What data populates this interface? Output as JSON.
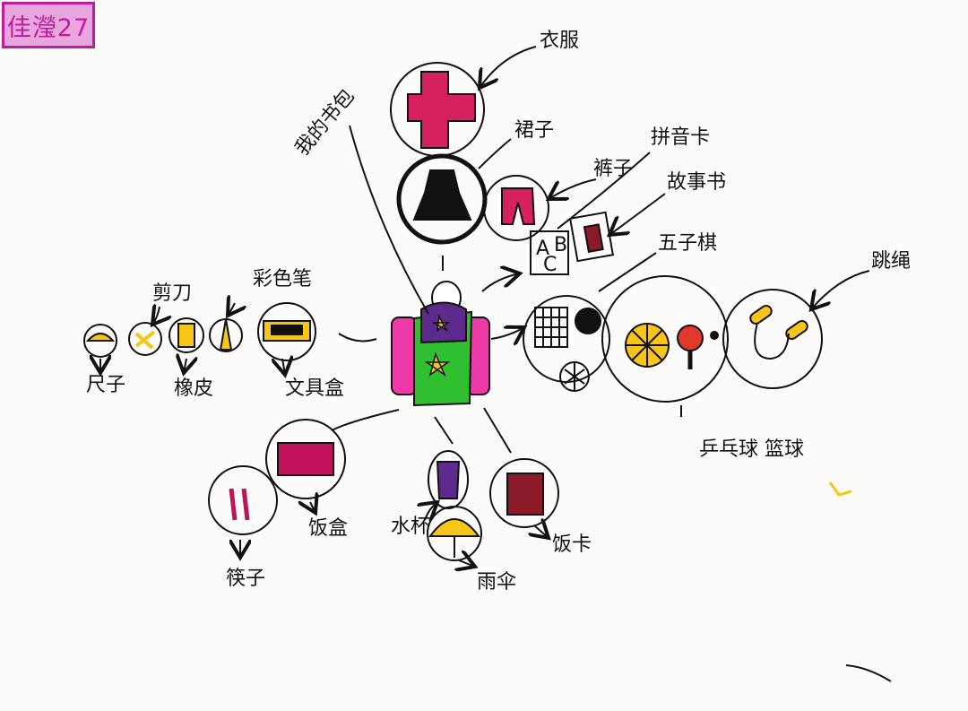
{
  "name_tag": "佳瀅27",
  "center": {
    "label": "我的书包"
  },
  "labels": {
    "clothes": "衣服",
    "skirt": "裙子",
    "pants": "裤子",
    "letter_cards": "拼音卡",
    "story_book": "故事书",
    "gomoku": "五子棋",
    "jump_rope": "跳绳",
    "ping_pong_basketball": "乒乓球 篮球",
    "scissors": "剪刀",
    "color_pens": "彩色笔",
    "ruler": "尺子",
    "eraser": "橡皮",
    "pencil_case": "文具盒",
    "lunch_box": "饭盒",
    "chopsticks": "筷子",
    "water_cup": "水杯",
    "umbrella": "雨伞",
    "meal_card": "饭卡"
  },
  "card_letters": [
    "A",
    "B",
    "C"
  ],
  "colors": {
    "ink": "#111111",
    "magenta": "#d6205f",
    "pink": "#ee3aa6",
    "yellow": "#f5c518",
    "green": "#2fbf2f",
    "purple": "#5b2a8a",
    "red": "#e0392b",
    "brown_red": "#8b1a2b"
  }
}
